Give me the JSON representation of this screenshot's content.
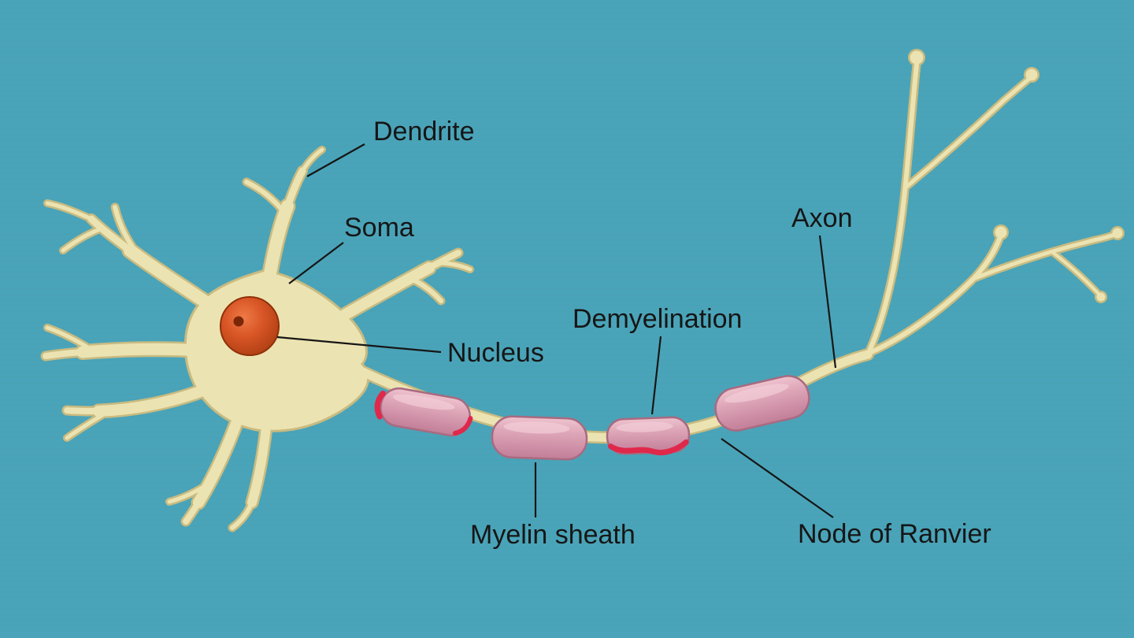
{
  "labels": {
    "dendrite": "Dendrite",
    "soma": "Soma",
    "nucleus": "Nucleus",
    "demyelination": "Demyelination",
    "axon": "Axon",
    "myelin_sheath": "Myelin sheath",
    "node_of_ranvier": "Node of Ranvier"
  },
  "colors": {
    "background": "#4aa4b9",
    "neuron_body": "#ece3b2",
    "neuron_outline": "#c9bb80",
    "nucleus": "#c94e1f",
    "nucleus_dot": "#7a2708",
    "myelin_pink": "#d795ab",
    "demyelination_red": "#e0284a",
    "label_text": "#161616",
    "label_line": "#161616"
  }
}
